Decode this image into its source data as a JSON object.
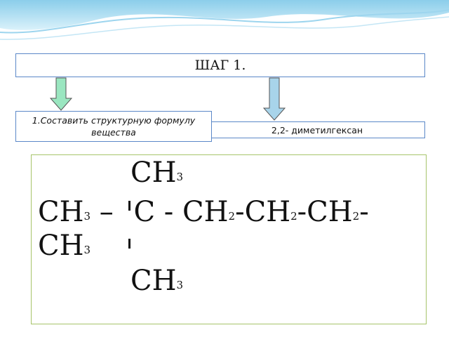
{
  "header": {
    "step_title": "ШАГ 1."
  },
  "task": {
    "label": "1.Составить структурную формулу вещества"
  },
  "compound": {
    "name": "2,2- диметилгексан"
  },
  "formula": {
    "top_group": "CH",
    "top_sub": "3",
    "main_line": [
      {
        "t": "CH",
        "s": "3"
      },
      {
        "t": " – ",
        "s": ""
      },
      {
        "t": "C",
        "s": ""
      },
      {
        "t": " - CH",
        "s": "2"
      },
      {
        "t": "-CH",
        "s": "2"
      },
      {
        "t": "-CH",
        "s": "2"
      },
      {
        "t": "-",
        "s": ""
      }
    ],
    "wrap_group": "CH",
    "wrap_sub": "3",
    "bottom_group": "CH",
    "bottom_sub": "3"
  },
  "colors": {
    "frame_blue": "#5b88c8",
    "frame_green": "#a6c46a",
    "arrow_green": "#9ae6c0",
    "arrow_blue": "#a8d4ea"
  }
}
